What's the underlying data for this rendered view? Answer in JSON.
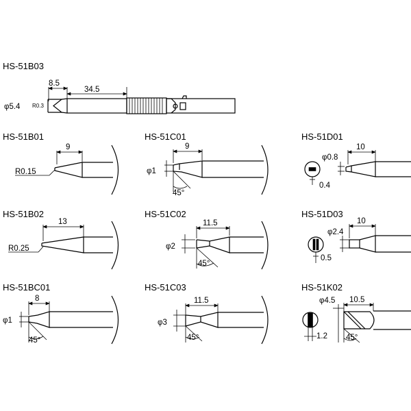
{
  "tips": {
    "b03": {
      "name": "HS-51B03",
      "dim_a": "8.5",
      "dim_b": "34.5",
      "diam": "φ5.4",
      "inner": "R0.3"
    },
    "b01": {
      "name": "HS-51B01",
      "dim": "9",
      "radius": "R0.15"
    },
    "c01": {
      "name": "HS-51C01",
      "dim": "9",
      "diam": "φ1",
      "angle": "45°"
    },
    "d01": {
      "name": "HS-51D01",
      "dim": "10",
      "diam": "φ0.8",
      "thick": "0.4"
    },
    "b02": {
      "name": "HS-51B02",
      "dim": "13",
      "radius": "R0.25"
    },
    "c02": {
      "name": "HS-51C02",
      "dim": "11.5",
      "diam": "φ2",
      "angle": "45°"
    },
    "d03": {
      "name": "HS-51D03",
      "dim": "10",
      "diam": "φ2.4",
      "thick": "0.5"
    },
    "bc01": {
      "name": "HS-51BC01",
      "dim": "8",
      "diam": "φ1",
      "angle": "45°"
    },
    "c03": {
      "name": "HS-51C03",
      "dim": "11.5",
      "diam": "φ3",
      "angle": "45°"
    },
    "k02": {
      "name": "HS-51K02",
      "dim": "10.5",
      "diam": "φ4.5",
      "thick": "1.2",
      "angle": "45°"
    }
  }
}
